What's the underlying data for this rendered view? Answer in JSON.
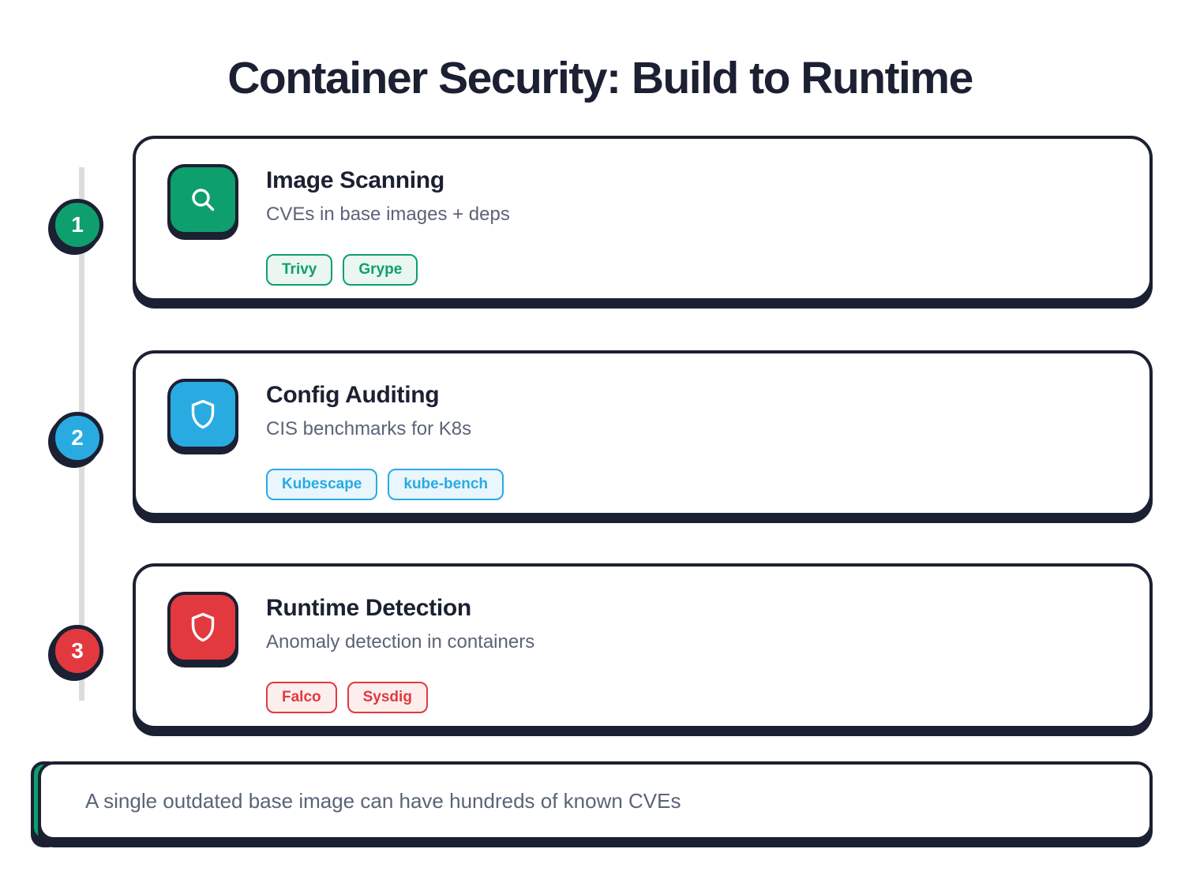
{
  "title": "Container Security: Build to Runtime",
  "steps": [
    {
      "number": "1",
      "title": "Image Scanning",
      "description": "CVEs in base images + deps",
      "tags": [
        "Trivy",
        "Grype"
      ],
      "icon": "search-icon",
      "colors": {
        "accent": "#0E9F6E",
        "tag_bg": "#EAF7F1"
      }
    },
    {
      "number": "2",
      "title": "Config Auditing",
      "description": "CIS benchmarks for K8s",
      "tags": [
        "Kubescape",
        "kube-bench"
      ],
      "icon": "shield-icon",
      "colors": {
        "accent": "#29ABE2",
        "tag_bg": "#E9F6FD"
      }
    },
    {
      "number": "3",
      "title": "Runtime Detection",
      "description": "Anomaly detection in containers",
      "tags": [
        "Falco",
        "Sysdig"
      ],
      "icon": "shield-icon",
      "colors": {
        "accent": "#E2393F",
        "tag_bg": "#FDEEEE"
      }
    }
  ],
  "footer": {
    "note": "A single outdated base image can have hundreds of known CVEs",
    "accent": "#0E9F6E"
  },
  "theme": {
    "ink": "#1B2032",
    "muted_text": "#5A6477",
    "timeline": "#DCDCDC",
    "background": "#FFFFFF"
  }
}
